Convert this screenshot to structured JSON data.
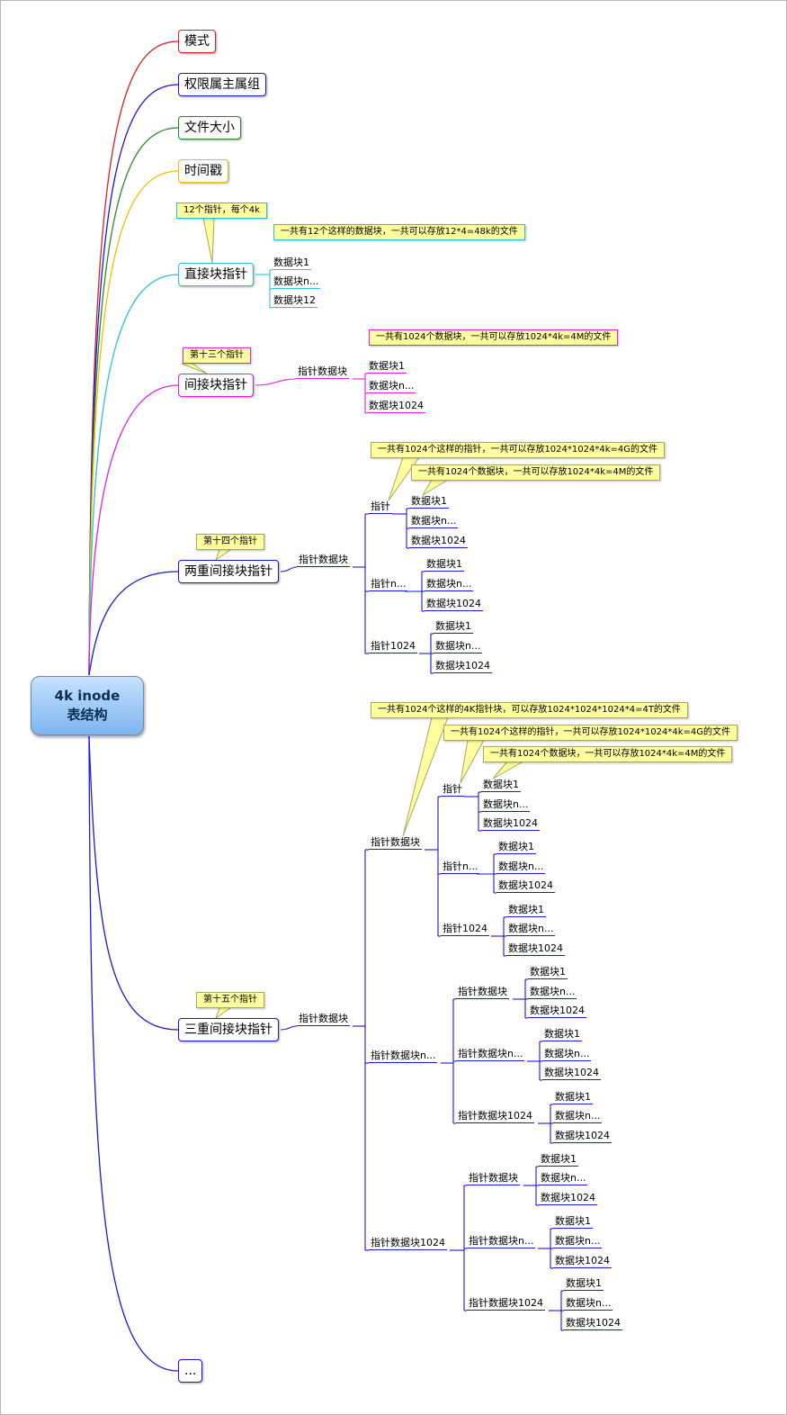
{
  "root": {
    "line1": "4k inode",
    "line2": "表结构"
  },
  "branches": {
    "mode": "模式",
    "perm": "权限属主属组",
    "size": "文件大小",
    "time": "时间戳",
    "direct": "直接块指针",
    "indirect": "间接块指针",
    "double": "两重间接块指针",
    "triple": "三重间接块指针",
    "more": "..."
  },
  "labels": {
    "block1": "数据块1",
    "blockn": "数据块n...",
    "block12": "数据块12",
    "block1024": "数据块1024",
    "ptrblock": "指针数据块",
    "ptrblockn": "指针数据块n...",
    "ptrblock1024": "指针数据块1024",
    "ptr": "指针",
    "ptrn": "指针n...",
    "ptr1024": "指针1024"
  },
  "notes": {
    "direct_count": "12个指针，每个4k",
    "direct_total": "一共有12个这样的数据块，一共可以存放12*4=48k的文件",
    "thirteenth": "第十三个指针",
    "indirect_total": "一共有1024个数据块，一共可以存放1024*4k=4M的文件",
    "fourteenth": "第十四个指针",
    "ptrs_total": "一共有1024个这样的指针，一共可以存放1024*1024*4k=4G的文件",
    "blocks_total": "一共有1024个数据块，一共可以存放1024*4k=4M的文件",
    "fifteenth": "第十五个指针",
    "ptrblocks_total": "一共有1024个这样的4K指针块，可以存放1024*1024*1024*4=4T的文件"
  },
  "colors": {
    "mode": "#e02020",
    "perm": "#1a1ad6",
    "size": "#2a8a2a",
    "time": "#f0c000",
    "direct": "#27c3dc",
    "indirect": "#e020e0",
    "double": "#1a1ad6",
    "triple": "#1a1ad6",
    "more": "#1a1ad6",
    "callout_fill": "#ffffa0"
  }
}
